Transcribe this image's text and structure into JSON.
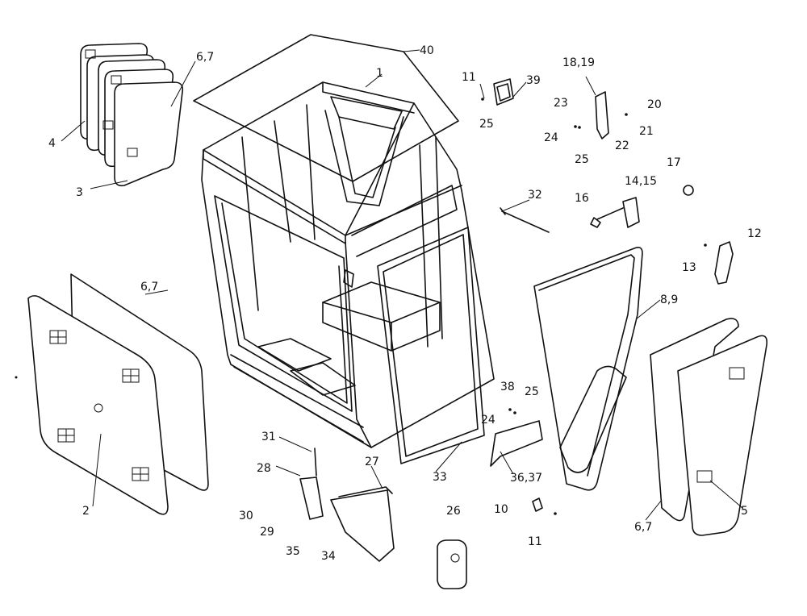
{
  "labels": {
    "l1": "1",
    "l2": "2",
    "l3": "3",
    "l4": "4",
    "l5": "5",
    "l6_7a": "6,7",
    "l6_7b": "6,7",
    "l6_7c": "6,7",
    "l8_9": "8,9",
    "l10": "10",
    "l11a": "11",
    "l11b": "11",
    "l12": "12",
    "l13": "13",
    "l14_15": "14,15",
    "l16": "16",
    "l17": "17",
    "l18_19": "18,19",
    "l20": "20",
    "l21": "21",
    "l22": "22",
    "l23": "23",
    "l24a": "24",
    "l24b": "24",
    "l25a": "25",
    "l25b": "25",
    "l25c": "25",
    "l26": "26",
    "l27": "27",
    "l28": "28",
    "l29": "29",
    "l30": "30",
    "l31": "31",
    "l32": "32",
    "l33": "33",
    "l34": "34",
    "l35": "35",
    "l36_37": "36,37",
    "l38": "38",
    "l39": "39",
    "l40": "40"
  }
}
